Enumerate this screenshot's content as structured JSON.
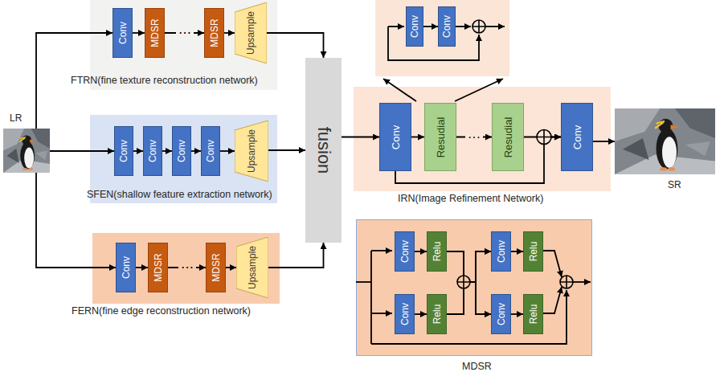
{
  "diagram": {
    "nodes": [
      {
        "text": [
          "LR"
        ]
      },
      {
        "text": [
          "FTRN(fine texture reconstruction network)"
        ]
      },
      {
        "text": [
          "Conv"
        ],
        "in": 1
      },
      {
        "text": [
          "MDSR"
        ],
        "in": 1
      },
      {
        "text": [
          "MDSR"
        ],
        "in": 1
      },
      {
        "text": [
          "Upsample"
        ],
        "in": 1
      },
      {
        "text": [
          "SFEN(shallow feature extraction network)"
        ]
      },
      {
        "text": [
          "Conv"
        ],
        "in": 6
      },
      {
        "text": [
          "Conv"
        ],
        "in": 6
      },
      {
        "text": [
          "Conv"
        ],
        "in": 6
      },
      {
        "text": [
          "Conv"
        ],
        "in": 6
      },
      {
        "text": [
          "Upsample"
        ],
        "in": 6
      },
      {
        "text": [
          "FERN(fine edge reconstruction network)"
        ]
      },
      {
        "text": [
          "Conv"
        ],
        "in": 12
      },
      {
        "text": [
          "MDSR"
        ],
        "in": 12
      },
      {
        "text": [
          "MDSR"
        ],
        "in": 12
      },
      {
        "text": [
          "Upsample"
        ],
        "in": 12
      },
      {
        "text": [
          "fusion"
        ]
      },
      {
        "text": [
          "Conv"
        ]
      },
      {
        "text": [
          "Conv"
        ]
      },
      {
        "text": [
          "IRN(Image Refinement Network)"
        ]
      },
      {
        "text": [
          "Conv"
        ],
        "in": 20
      },
      {
        "text": [
          "Resudial"
        ],
        "in": 20
      },
      {
        "text": [
          "Resudial"
        ],
        "in": 20
      },
      {
        "text": [
          "Conv"
        ],
        "in": 20
      },
      {
        "text": [
          "SR"
        ]
      },
      {
        "text": [
          "MDSR"
        ]
      },
      {
        "text": [
          "Conv"
        ],
        "in": 26
      },
      {
        "text": [
          "Relu"
        ],
        "in": 26
      },
      {
        "text": [
          "Conv"
        ],
        "in": 26
      },
      {
        "text": [
          "Relu"
        ],
        "in": 26
      },
      {
        "text": [
          "Conv"
        ],
        "in": 26
      },
      {
        "text": [
          "Relu"
        ],
        "in": 26
      },
      {
        "text": [
          "Conv"
        ],
        "in": 26
      },
      {
        "text": [
          "Relu"
        ],
        "in": 26
      }
    ],
    "edges": [
      {
        "from": 0,
        "to": 2,
        "arrow": "to"
      },
      {
        "from": 0,
        "to": 7,
        "arrow": "to"
      },
      {
        "from": 0,
        "to": 13,
        "arrow": "to"
      },
      {
        "from": 2,
        "to": 3,
        "arrow": "to"
      },
      {
        "from": 3,
        "to": 4,
        "label": "⋯",
        "arrow": "to"
      },
      {
        "from": 4,
        "to": 5,
        "arrow": "to"
      },
      {
        "from": 7,
        "to": 8,
        "arrow": "to"
      },
      {
        "from": 8,
        "to": 9,
        "arrow": "to"
      },
      {
        "from": 9,
        "to": 10,
        "arrow": "to"
      },
      {
        "from": 10,
        "to": 11,
        "arrow": "to"
      },
      {
        "from": 13,
        "to": 14,
        "arrow": "to"
      },
      {
        "from": 14,
        "to": 15,
        "label": "⋯",
        "arrow": "to"
      },
      {
        "from": 15,
        "to": 16,
        "arrow": "to"
      },
      {
        "from": 5,
        "to": 17,
        "arrow": "to"
      },
      {
        "from": 11,
        "to": 17,
        "arrow": "to"
      },
      {
        "from": 16,
        "to": 17,
        "arrow": "to"
      },
      {
        "from": 17,
        "to": 21,
        "arrow": "to"
      },
      {
        "from": 21,
        "to": 22,
        "arrow": "to"
      },
      {
        "from": 22,
        "to": 23,
        "label": "···",
        "arrow": "to"
      },
      {
        "from": 23,
        "to": 24,
        "arrow": "to"
      },
      {
        "from": 21,
        "to": 24,
        "arrow": "to"
      },
      {
        "from": 24,
        "to": 25,
        "arrow": "to"
      },
      {
        "from": 18,
        "to": 19,
        "arrow": "to"
      },
      {
        "from": 27,
        "to": 28,
        "arrow": "to"
      },
      {
        "from": 29,
        "to": 30,
        "arrow": "to"
      },
      {
        "from": 31,
        "to": 32,
        "arrow": "to"
      },
      {
        "from": 33,
        "to": 34,
        "arrow": "to"
      },
      {
        "from": 28,
        "to": 31,
        "arrow": "to"
      },
      {
        "from": 28,
        "to": 33,
        "arrow": "to"
      },
      {
        "from": 30,
        "to": 31,
        "arrow": "to"
      },
      {
        "from": 30,
        "to": 33,
        "arrow": "to"
      }
    ]
  }
}
